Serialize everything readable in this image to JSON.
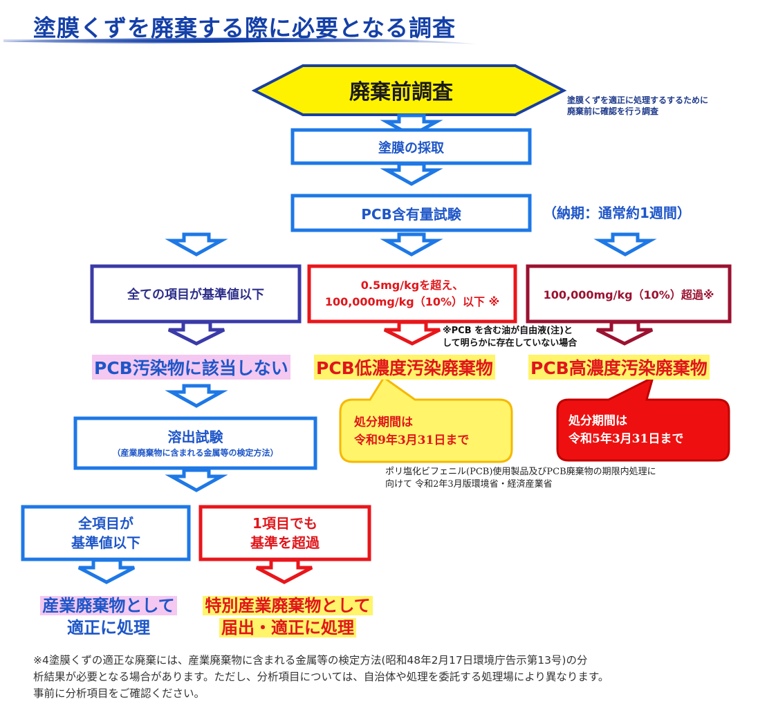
{
  "title": "塗膜くずを廃棄する際に必要となる調査",
  "hexagon": {
    "label": "廃棄前調査",
    "note_line1": "塗膜くずを適正に処理するするために",
    "note_line2": "廃棄前に確認を行う調査"
  },
  "steps": {
    "sampling": "塗膜の採取",
    "pcb_test": "PCB含有量試験",
    "pcb_test_note": "（納期：通常約1週間）"
  },
  "branches": {
    "below": "全ての項目が基準値以下",
    "low_line1": "0.5mg/kgを超え、",
    "low_line2": "100,000mg/kg（10%）以下 ※",
    "high": "100,000mg/kg（10%）超過※",
    "low_note_line1": "※PCB を含む油が自由液(注)と",
    "low_note_line2": "して明らかに存在していない場合"
  },
  "results": {
    "none": "PCB汚染物に該当しない",
    "low": "PCB低濃度汚染廃棄物",
    "high": "PCB高濃度汚染廃棄物"
  },
  "callouts": {
    "low_line1": "処分期間は",
    "low_line2": "令和9年3月31日まで",
    "high_line1": "処分期間は",
    "high_line2": "令和5年3月31日まで"
  },
  "source": {
    "line1": "ポリ塩化ビフェニル(PCB)使用製品及びPCB廃棄物の期限内処理に",
    "line2": "向けて 令和2年3月版環境省・経済産業省"
  },
  "leach": {
    "title": "溶出試験",
    "subtitle": "（産業廃棄物に含まれる金属等の検定方法）"
  },
  "leach_results": {
    "pass_line1": "全項目が",
    "pass_line2": "基準値以下",
    "fail_line1": "1項目でも",
    "fail_line2": "基準を超過"
  },
  "final": {
    "industrial_line1": "産業廃棄物として",
    "industrial_line2": "適正に処理",
    "special_line1": "特別産業廃棄物として",
    "special_line2": "届出・適正に処理"
  },
  "footnote": {
    "line1": "※4塗膜くずの適正な廃棄には、産業廃棄物に含まれる金属等の検定方法(昭和48年2月17日環境庁告示第13号)の分",
    "line2": "析結果が必要となる場合があります。ただし、分析項目については、自治体や処理を委託する処理場により異なります。",
    "line3": "事前に分析項目をご確認ください。"
  },
  "colors": {
    "blue": "#1e78e6",
    "navy": "#3a3aa8",
    "red": "#e8161b",
    "maroon": "#9b1230",
    "hex_fill": "#fff200",
    "title_blue": "#1440a8"
  }
}
